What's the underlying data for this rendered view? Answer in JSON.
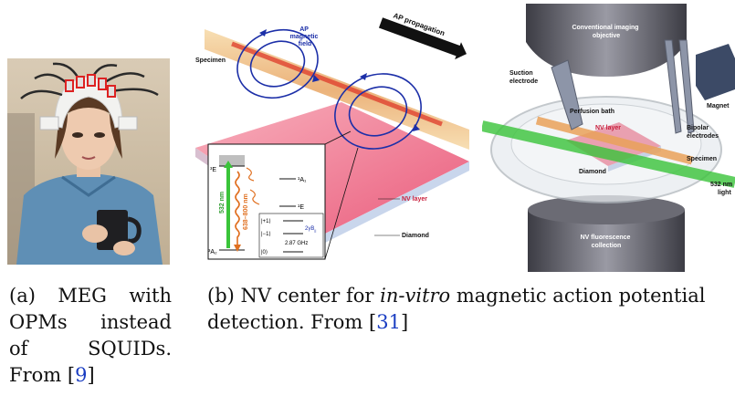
{
  "subfig_a": {
    "caption_lines": [
      [
        "(a)",
        "MEG",
        "with"
      ],
      [
        "OPMs",
        "instead"
      ],
      [
        "of",
        "SQUIDs."
      ],
      [
        "From"
      ]
    ],
    "ref_open": "[",
    "ref_number": "9",
    "ref_close": "]"
  },
  "subfig_b": {
    "caption_prefix": "(b) NV center for ",
    "caption_italic": "in-vitro",
    "caption_suffix": " magnetic action potential",
    "caption_line2": "detection. From ",
    "ref_open": "[",
    "ref_number": "31",
    "ref_close": "]"
  },
  "diagram_left": {
    "labels": {
      "ap_field": [
        "AP",
        "magnetic",
        "field"
      ],
      "ap_propagation": "AP propagation",
      "specimen": "Specimen",
      "nv_layer": "NV layer",
      "diamond": "Diamond",
      "level_3E": "³E",
      "level_1A1": "¹A₁",
      "level_1E": "¹E",
      "level_3A2": "³A₂",
      "wavelength_green": "532 nm",
      "wavelength_red": "638–800 nm",
      "spin_plus": "|+1⟩",
      "spin_minus": "|−1⟩",
      "spin_zero": "|0⟩",
      "zeeman": "2γB",
      "zeeman_sub": "||",
      "zero_field": "2.87 GHz"
    }
  },
  "diagram_right": {
    "labels": {
      "objective": [
        "Conventional imaging",
        "objective"
      ],
      "suction": [
        "Suction",
        "electrode"
      ],
      "magnet": "Magnet",
      "perfusion": "Perfusion bath",
      "nv_layer": "NV layer",
      "bipolar": [
        "Bipolar",
        "electrodes"
      ],
      "specimen": "Specimen",
      "diamond": "Diamond",
      "light": [
        "532 nm",
        "light"
      ],
      "collection": [
        "NV fluorescence",
        "collection"
      ]
    }
  },
  "colors": {
    "ref_link": "#1a3dc2",
    "nv_layer": "#e84a6e",
    "field_lines": "#1c2fa8",
    "laser_green": "#3ac43a"
  }
}
